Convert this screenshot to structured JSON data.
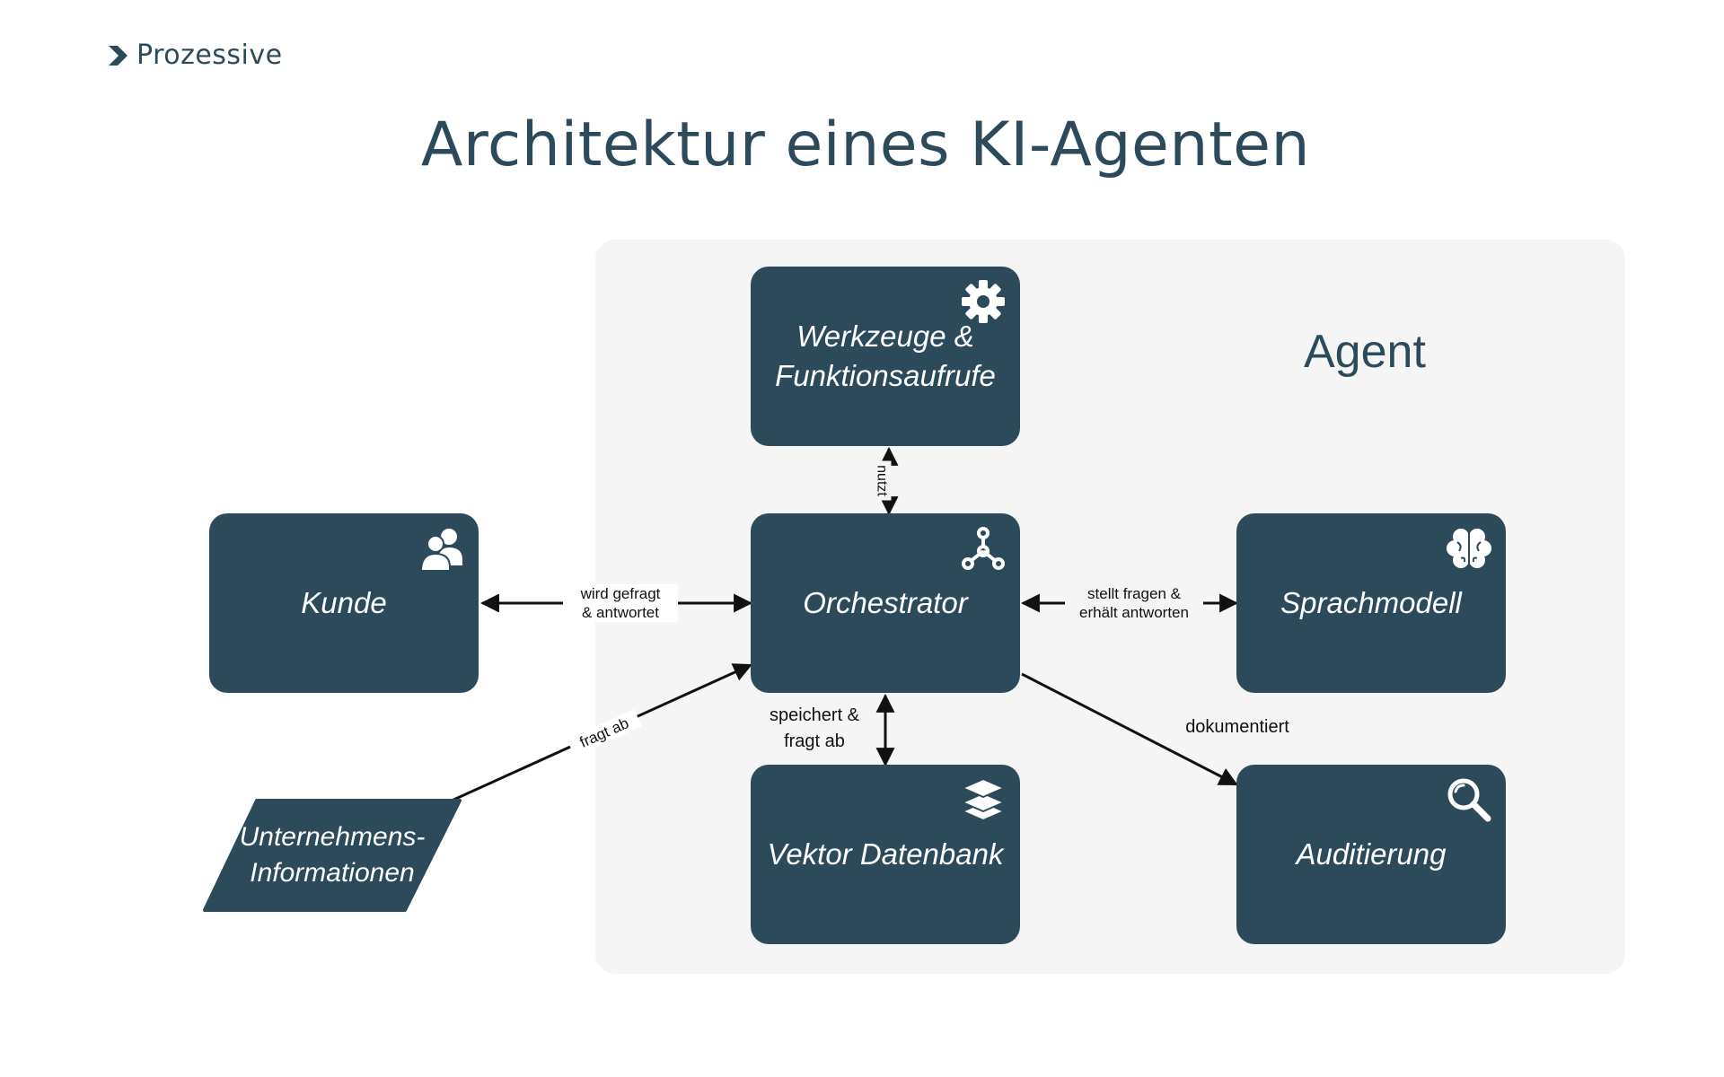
{
  "brand": {
    "name": "Prozessive",
    "color": "#2c4a5a"
  },
  "title": "Architektur eines KI-Agenten",
  "agent_label": "Agent",
  "colors": {
    "node": "#2c4a5a",
    "agent_bg": "#f5f5f5",
    "arrow": "#111111"
  },
  "nodes": {
    "werkzeuge": {
      "label": "Werkzeuge &\nFunktionsaufrufe",
      "icon": "gear-icon"
    },
    "kunde": {
      "label": "Kunde",
      "icon": "users-icon"
    },
    "orchestrator": {
      "label": "Orchestrator",
      "icon": "network-hub-icon"
    },
    "sprachmodell": {
      "label": "Sprachmodell",
      "icon": "brain-icon"
    },
    "vektor": {
      "label": "Vektor Datenbank",
      "icon": "layers-icon"
    },
    "auditierung": {
      "label": "Auditierung",
      "icon": "magnifier-icon"
    },
    "unternehmen": {
      "label": "Unternehmens-\nInformationen"
    }
  },
  "edges": {
    "nutzt": "nutzt",
    "kunde_orch": "wird gefragt\n& antwortet",
    "orch_sprach": "stellt fragen &\nerhält antworten",
    "orch_vektor": "speichert &\nfragt ab",
    "orch_audit": "dokumentiert",
    "unternehmen_orch": "fragt ab"
  }
}
